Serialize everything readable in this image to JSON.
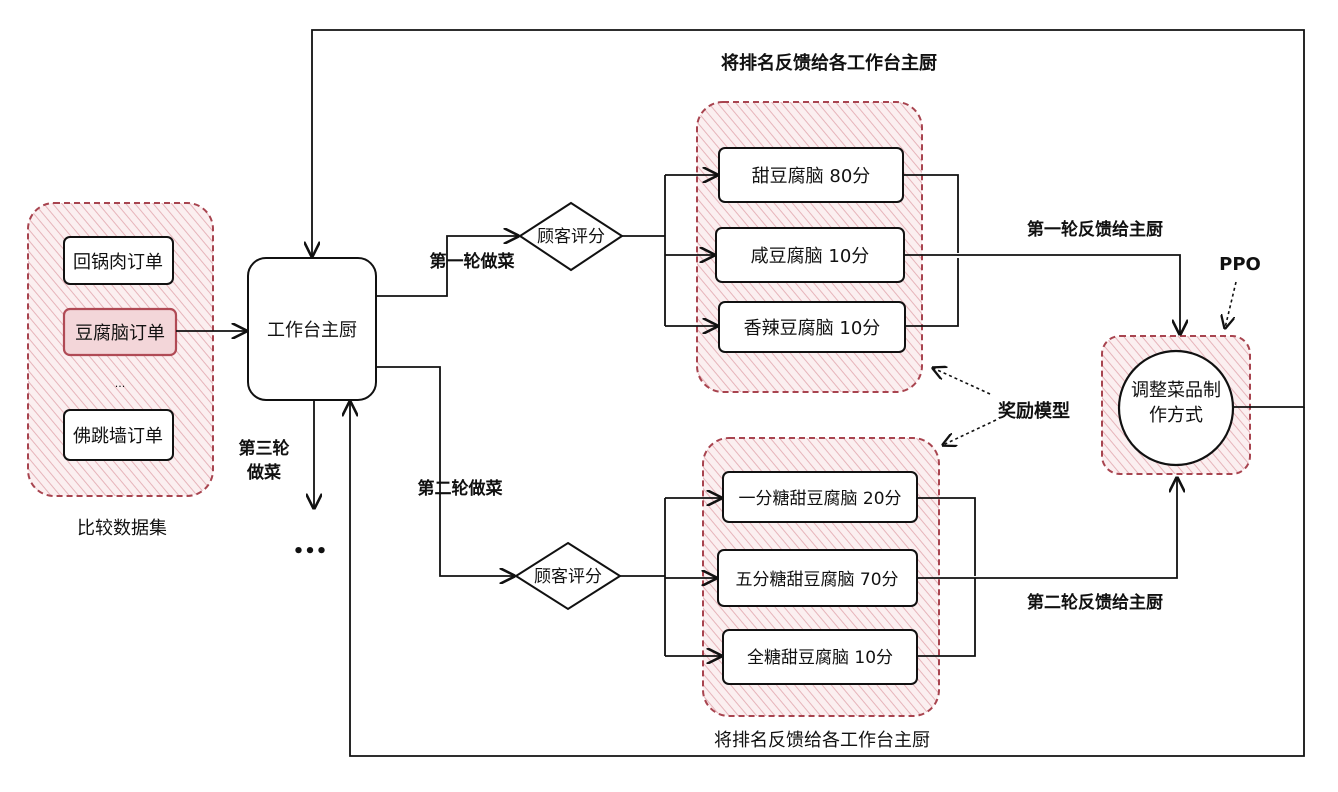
{
  "labels": {
    "top_feedback": "将排名反馈给各工作台主厨",
    "bottom_feedback": "将排名反馈给各工作台主厨",
    "dataset": "比较数据集",
    "round1_cook": "第一轮做菜",
    "round2_cook": "第二轮做菜",
    "round3_line1": "第三轮",
    "round3_line2": "做菜",
    "ellipsis": "•••",
    "round1_feedback": "第一轮反馈给主厨",
    "round2_feedback": "第二轮反馈给主厨",
    "ppo": "PPO",
    "reward_model": "奖励模型"
  },
  "dataset_items": [
    "回锅肉订单",
    "豆腐脑订单",
    "...",
    "佛跳墙订单"
  ],
  "chef": "工作台主厨",
  "decision1": "顾客评分",
  "decision2": "顾客评分",
  "round1_results": [
    "甜豆腐脑 80分",
    "咸豆腐脑 10分",
    "香辣豆腐脑 10分"
  ],
  "round2_results": [
    "一分糖甜豆腐脑 20分",
    "五分糖甜豆腐脑 70分",
    "全糖甜豆腐脑 10分"
  ],
  "adjust_line1": "调整菜品制",
  "adjust_line2": "作方式",
  "colors": {
    "group_fill": "#f7e2e4",
    "group_border": "#a8444f",
    "highlight_border": "#b04a55",
    "ink": "#111111"
  }
}
